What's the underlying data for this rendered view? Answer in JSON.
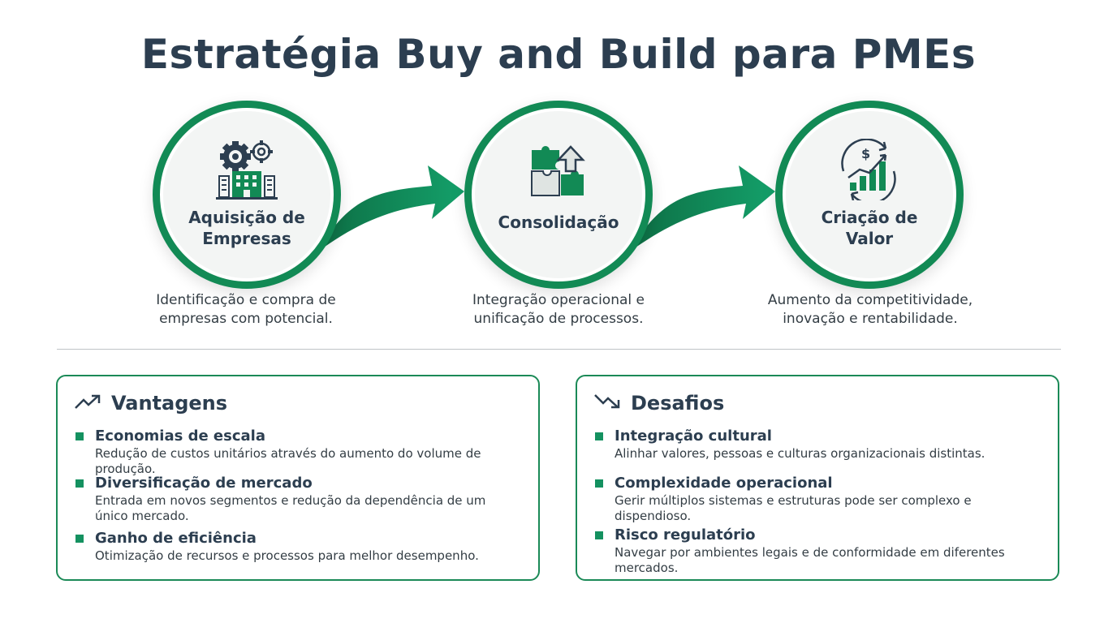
{
  "title": "Estratégia Buy and Build para PMEs",
  "steps": [
    {
      "label": "Aquisição de Empresas",
      "description": "Identificação e compra de empresas com potencial.",
      "icon": "gears-building-icon"
    },
    {
      "label": "Consolidação",
      "description": "Integração operacional e unificação de processos.",
      "icon": "puzzle-arrow-icon"
    },
    {
      "label": "Criação de Valor",
      "description": "Aumento da competitividade, inovação e rentabilidade.",
      "icon": "dollar-growth-chart-icon"
    }
  ],
  "vantagens": {
    "title": "Vantagens",
    "icon": "trend-up-icon",
    "items": [
      {
        "title": "Economias de escala",
        "text": "Redução de custos unitários através do aumento do volume de produção."
      },
      {
        "title": "Diversificação de mercado",
        "text": "Entrada em novos segmentos e redução da dependência de um único mercado."
      },
      {
        "title": "Ganho de eficiência",
        "text": "Otimização de recursos e processos para melhor desempenho."
      }
    ]
  },
  "desafios": {
    "title": "Desafios",
    "icon": "trend-down-icon",
    "items": [
      {
        "title": "Integração cultural",
        "text": "Alinhar valores, pessoas e culturas organizacionais distintas."
      },
      {
        "title": "Complexidade operacional",
        "text": "Gerir múltiplos sistemas e estruturas pode ser complexo e dispendioso."
      },
      {
        "title": "Risco regulatório",
        "text": "Navegar por ambientes legais e de conformidade em diferentes mercados."
      }
    ]
  },
  "colors": {
    "accent": "#128a55",
    "text": "#2c3e50",
    "background": "#ffffff"
  }
}
